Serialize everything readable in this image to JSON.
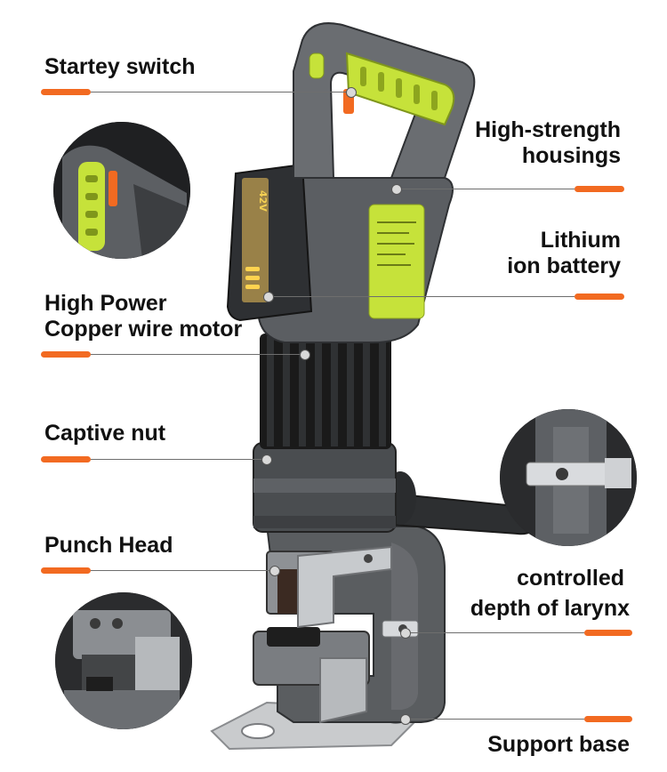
{
  "colors": {
    "accent": "#f26a21",
    "lime": "#c6e23a",
    "housing": "#5b5e62",
    "housing_dark": "#3a3c3f",
    "motor": "#1c1c1c",
    "steel": "#9a9da1"
  },
  "labels": {
    "startey_switch": "Startey switch",
    "high_strength_1": "High-strength",
    "high_strength_2": "housings",
    "lithium_1": "Lithium",
    "lithium_2": "ion battery",
    "high_power_1": "High Power",
    "high_power_2": "Copper wire motor",
    "captive_nut": "Captive nut",
    "punch_head": "Punch Head",
    "controlled_1": "controlled",
    "controlled_2": "depth of larynx",
    "support_base": "Support base"
  },
  "battery": {
    "voltage": "42V"
  },
  "icons": {
    "detail_switch": "switch-detail-icon",
    "detail_depth": "depth-gauge-detail-icon",
    "detail_punch": "punch-head-detail-icon"
  }
}
